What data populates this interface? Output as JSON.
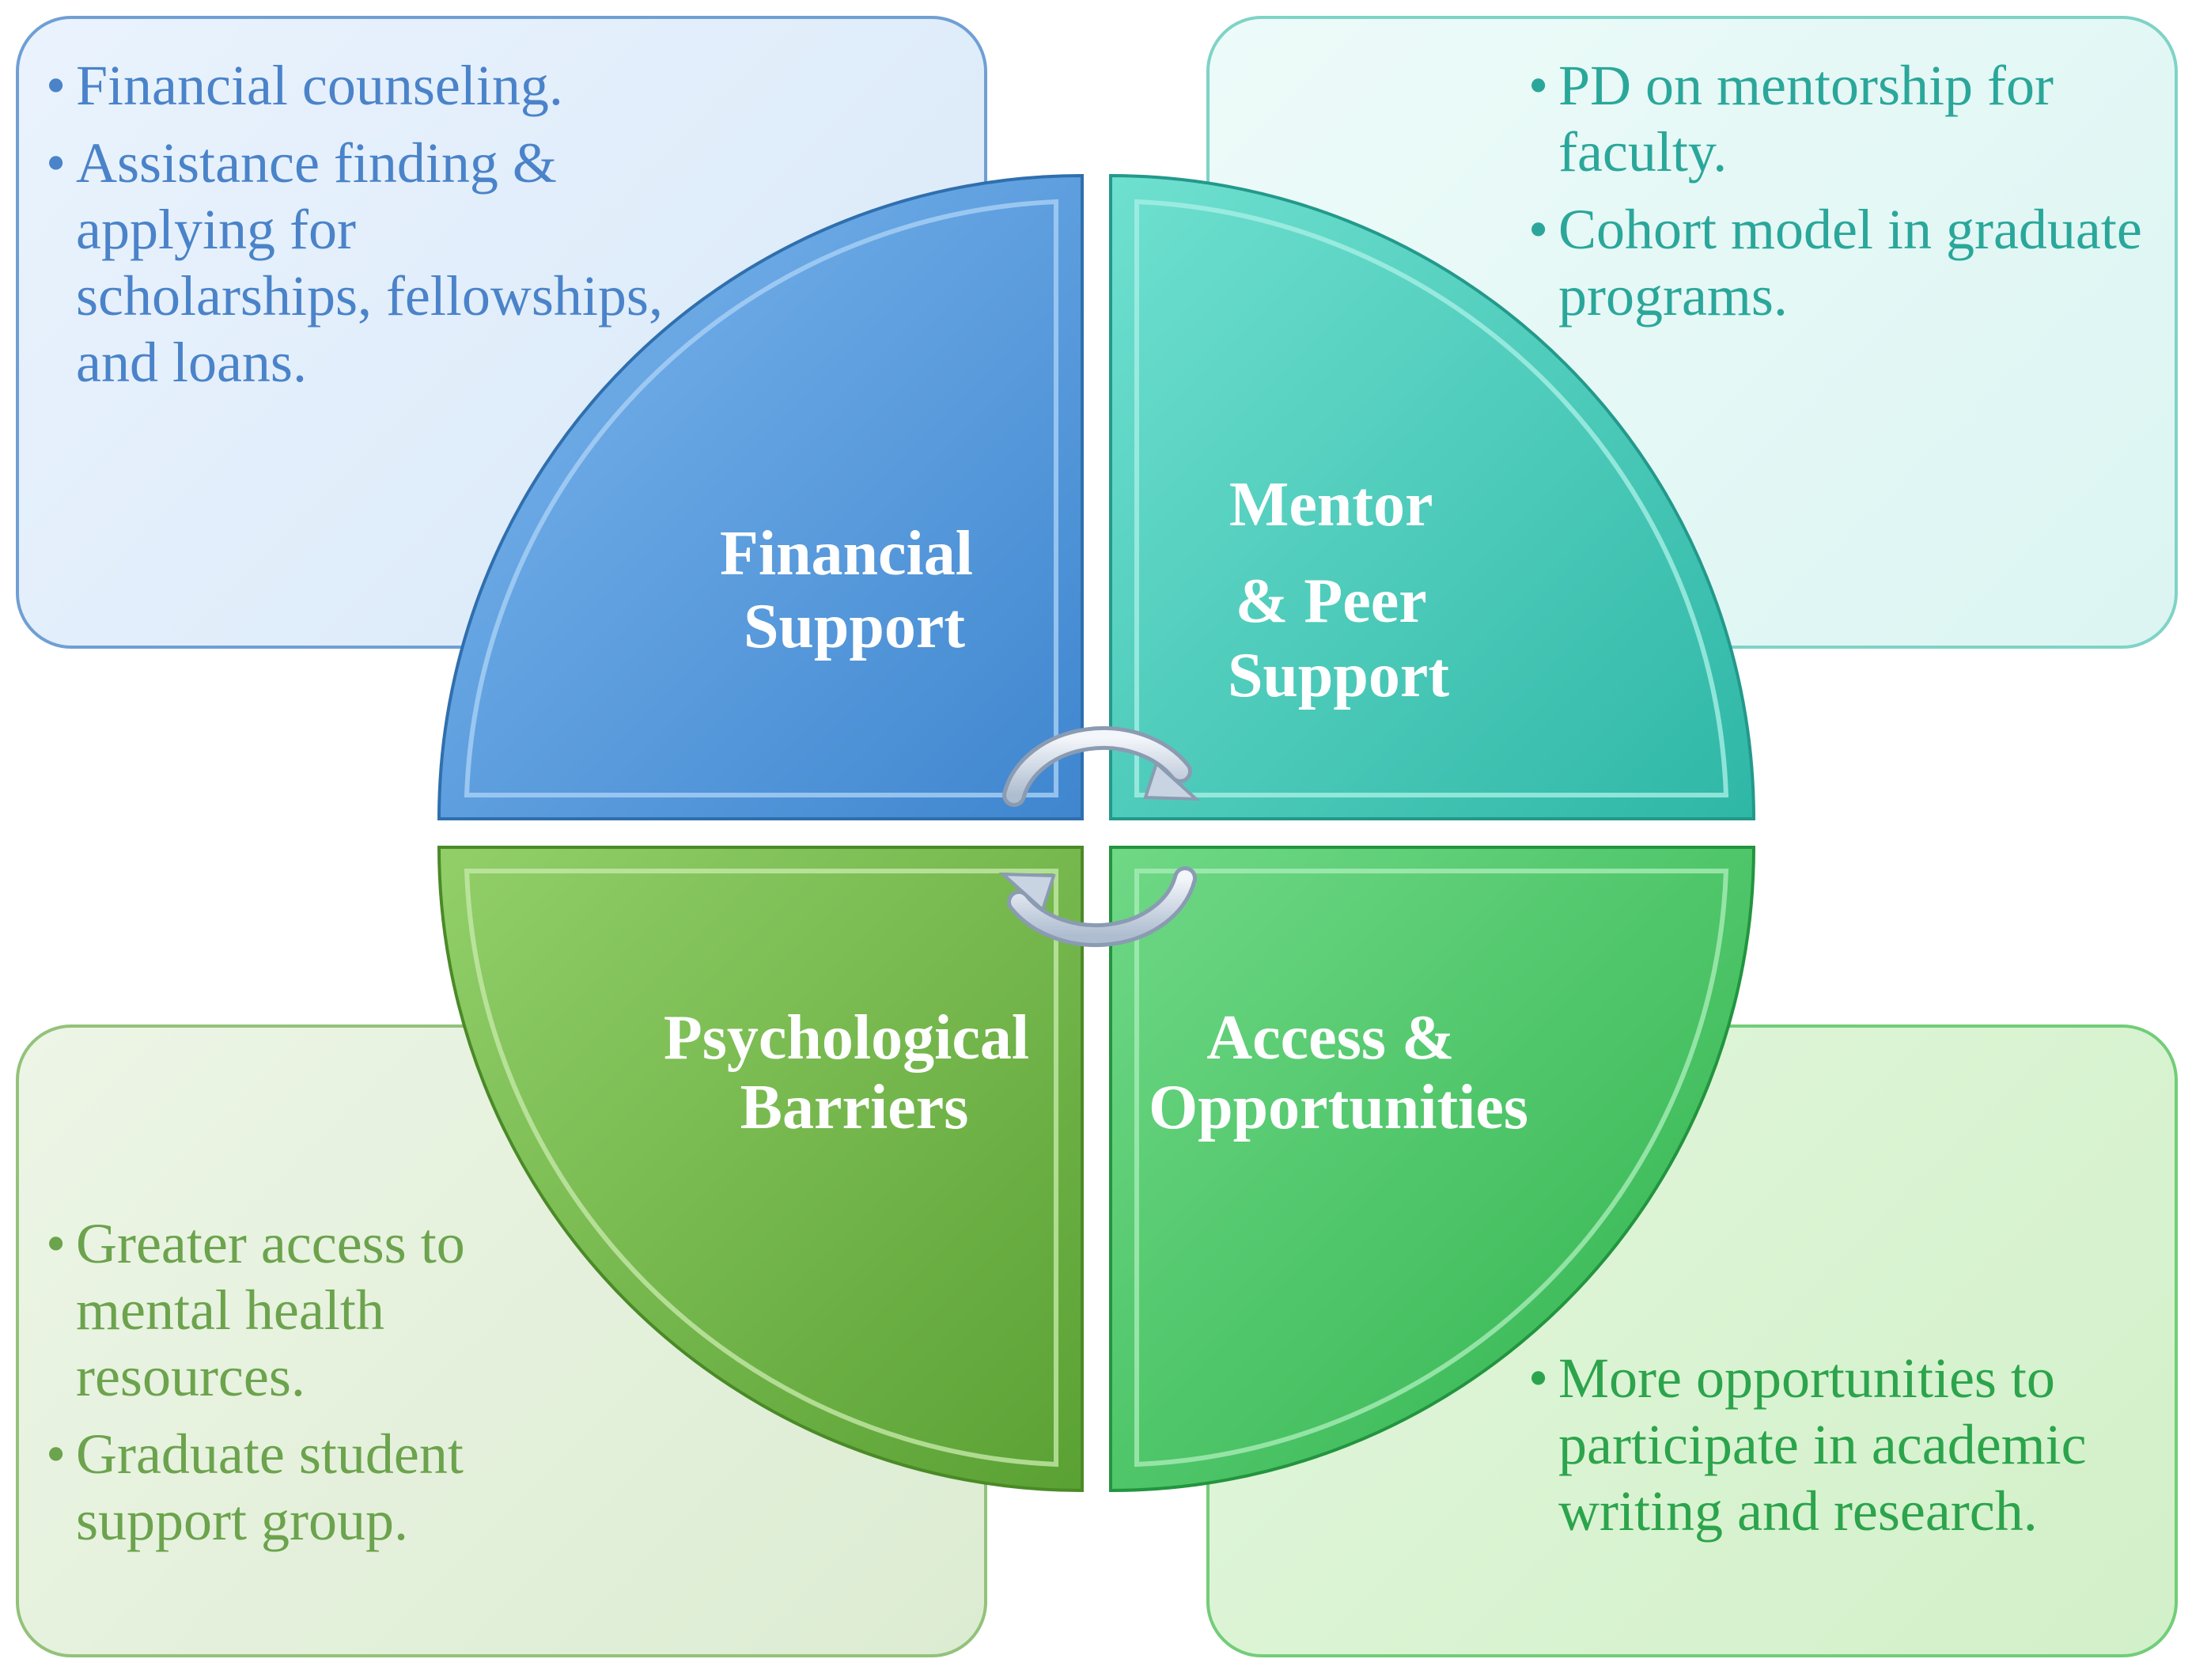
{
  "quadrants": {
    "financial": {
      "title_lines": [
        "Financial",
        "Support"
      ],
      "bullets": [
        "Financial counseling.",
        "Assistance finding & applying for scholarships, fellowships, and loans."
      ]
    },
    "mentor": {
      "title_lines": [
        "Mentor",
        "& Peer",
        "Support"
      ],
      "bullets": [
        "PD on mentorship for faculty.",
        "Cohort model in graduate programs."
      ]
    },
    "psychological": {
      "title_lines": [
        "Psychological",
        "Barriers"
      ],
      "bullets": [
        "Greater access to mental health resources.",
        "Graduate student support group."
      ]
    },
    "access": {
      "title_lines": [
        "Access &",
        "Opportunities"
      ],
      "bullets": [
        "More opportunities to participate in academic writing and research."
      ]
    }
  },
  "colors": {
    "financial": "#4f94da",
    "mentor": "#3fcab8",
    "psychological": "#6fb345",
    "access": "#3fbf5c",
    "cycle_arrows": "#c9d4e2"
  },
  "icons": [
    "cycle-arrow-top-icon",
    "cycle-arrow-bottom-icon"
  ]
}
